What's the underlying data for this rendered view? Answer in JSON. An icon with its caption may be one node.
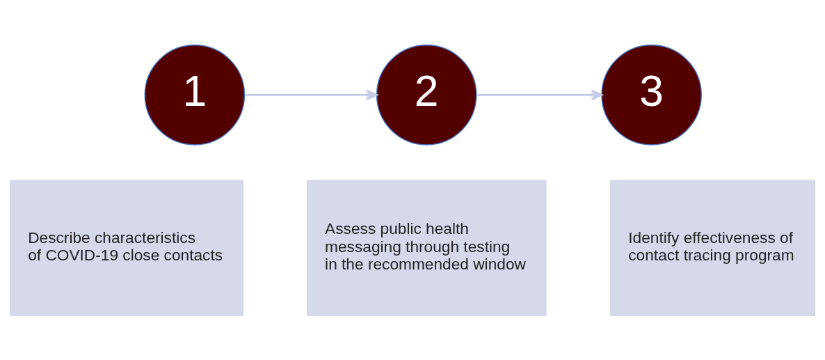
{
  "diagram": {
    "nodes": [
      {
        "text": [
          "1"
        ]
      },
      {
        "text": [
          "2"
        ]
      },
      {
        "text": [
          "3"
        ]
      },
      {
        "text": [
          "Describe characteristics of COVID-19 close contacts"
        ]
      },
      {
        "text": [
          "Assess public health messaging through testing in the recommended window"
        ]
      },
      {
        "text": [
          "Identify effectiveness of contact tracing program"
        ]
      }
    ],
    "edges": [
      {
        "from": 0,
        "to": 1,
        "arrow": "to"
      },
      {
        "from": 1,
        "to": 2,
        "arrow": "to"
      }
    ]
  }
}
